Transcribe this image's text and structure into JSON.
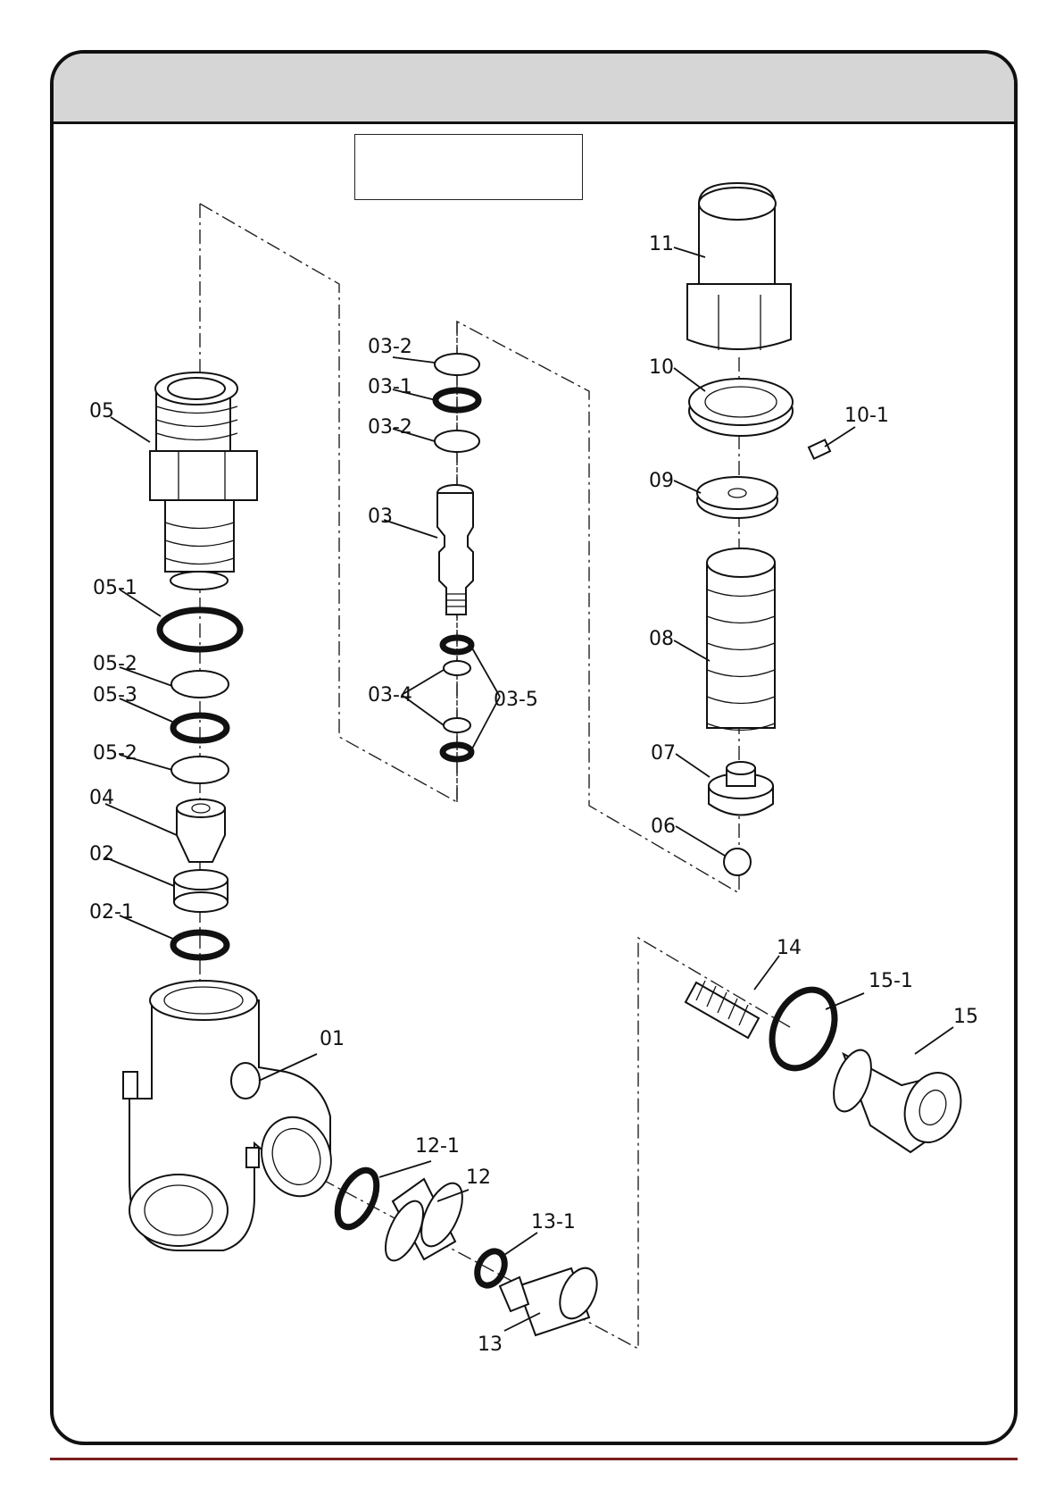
{
  "title_box": "",
  "labels": {
    "p01": "01",
    "p02": "02",
    "p02_1": "02-1",
    "p03": "03",
    "p03_1": "03-1",
    "p03_2a": "03-2",
    "p03_2b": "03-2",
    "p03_4": "03-4",
    "p03_5": "03-5",
    "p04": "04",
    "p05": "05",
    "p05_1": "05-1",
    "p05_2a": "05-2",
    "p05_2b": "05-2",
    "p05_3": "05-3",
    "p06": "06",
    "p07": "07",
    "p08": "08",
    "p09": "09",
    "p10": "10",
    "p10_1": "10-1",
    "p11": "11",
    "p12": "12",
    "p12_1": "12-1",
    "p13": "13",
    "p13_1": "13-1",
    "p14": "14",
    "p15": "15",
    "p15_1": "15-1"
  },
  "colors": {
    "header_band": "#d6d6d6",
    "frame": "#111111",
    "footer_rule": "#7a1f1f"
  }
}
